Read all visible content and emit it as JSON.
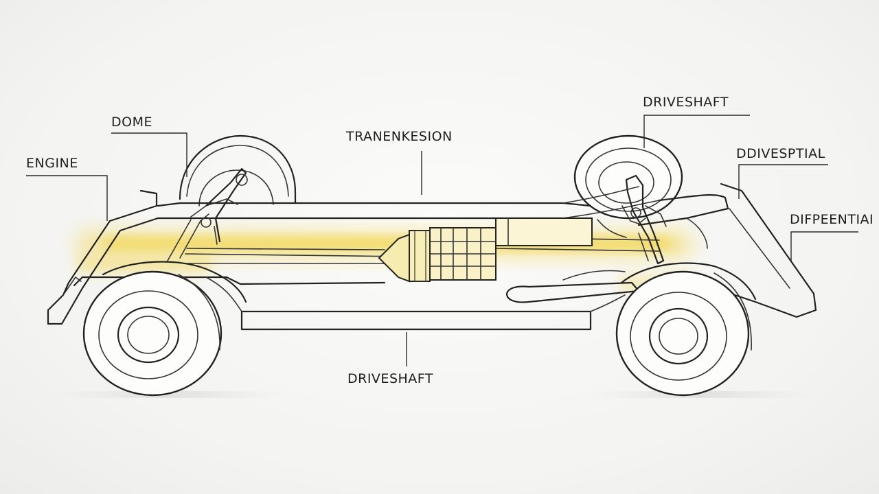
{
  "labels": {
    "dome": "DOME",
    "engine": "ENGINE",
    "transmission": "TRANENKESION",
    "driveshaft_top": "DRIVESHAFT",
    "differential_upper": "DDIVESPTIAL",
    "differential_right": "DIFPEENTIAI",
    "driveshaft_bottom": "DRIVESHAFT"
  },
  "colors": {
    "highlight": "#f0d23a",
    "ink": "#222222",
    "background": "#f5f5f3"
  }
}
